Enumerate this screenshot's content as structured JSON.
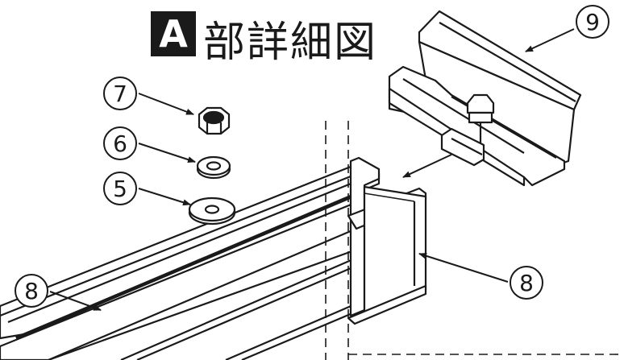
{
  "title": {
    "letter": "A",
    "text": "部詳細図"
  },
  "callouts": {
    "nut": "7",
    "washer_small": "6",
    "washer_large": "5",
    "rail_left": "8",
    "rail_right": "8",
    "clamp": "9"
  }
}
